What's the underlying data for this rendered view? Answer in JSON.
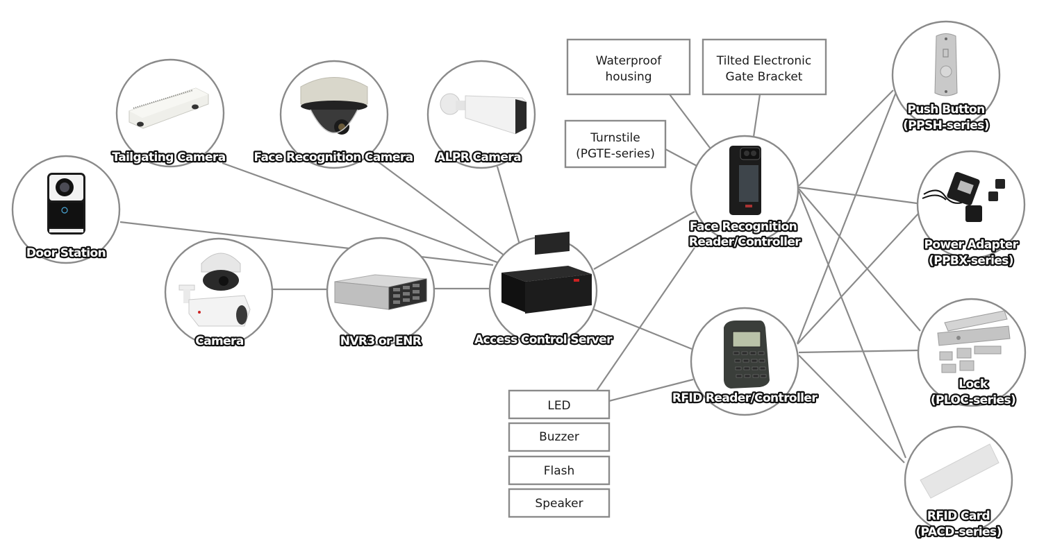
{
  "diagram": {
    "type": "access-control-system-topology",
    "colors": {
      "line": "#8a8a8a",
      "label_fill": "#ffffff",
      "label_outline": "#111111",
      "box_text": "#1a1a1a"
    },
    "nodes": [
      {
        "id": "tailgating-camera",
        "label": [
          "Tailgating Camera"
        ],
        "icon": "tailgating-camera-icon"
      },
      {
        "id": "face-recognition-camera",
        "label": [
          "Face Recognition Camera"
        ],
        "icon": "dome-camera-icon"
      },
      {
        "id": "alpr-camera",
        "label": [
          "ALPR Camera"
        ],
        "icon": "bullet-camera-icon"
      },
      {
        "id": "door-station",
        "label": [
          "Door Station"
        ],
        "icon": "door-station-icon"
      },
      {
        "id": "camera",
        "label": [
          "Camera"
        ],
        "icon": "camera-icon"
      },
      {
        "id": "nvr",
        "label": [
          "NVR3 or ENR"
        ],
        "icon": "nvr-rack-icon"
      },
      {
        "id": "access-control-server",
        "label": [
          "Access Control Server"
        ],
        "icon": "server-icon"
      },
      {
        "id": "face-reader",
        "label": [
          "Face Recognition",
          "Reader/Controller"
        ],
        "icon": "face-reader-icon"
      },
      {
        "id": "rfid-reader",
        "label": [
          "RFID  Reader/Controller"
        ],
        "icon": "keypad-reader-icon"
      },
      {
        "id": "push-button",
        "label": [
          "Push Button",
          "(PPSH-series)"
        ],
        "icon": "push-button-icon"
      },
      {
        "id": "power-adapter",
        "label": [
          "Power Adapter",
          "(PPBX-series)"
        ],
        "icon": "power-adapter-icon"
      },
      {
        "id": "lock",
        "label": [
          "Lock",
          "(PLOC-series)"
        ],
        "icon": "lock-icon"
      },
      {
        "id": "rfid-card",
        "label": [
          "RFID Card",
          "(PACD-series)"
        ],
        "icon": "rfid-card-icon"
      }
    ],
    "boxes": [
      {
        "id": "waterproof-housing",
        "label": [
          "Waterproof",
          "housing"
        ]
      },
      {
        "id": "tilted-bracket",
        "label": [
          "Tilted Electronic",
          "Gate Bracket"
        ]
      },
      {
        "id": "turnstile",
        "label": [
          "Turnstile",
          "(PGTE-series)"
        ]
      },
      {
        "id": "led",
        "label": [
          "LED"
        ]
      },
      {
        "id": "buzzer",
        "label": [
          "Buzzer"
        ]
      },
      {
        "id": "flash",
        "label": [
          "Flash"
        ]
      },
      {
        "id": "speaker",
        "label": [
          "Speaker"
        ]
      }
    ],
    "edges": [
      [
        "tailgating-camera",
        "access-control-server"
      ],
      [
        "face-recognition-camera",
        "access-control-server"
      ],
      [
        "alpr-camera",
        "access-control-server"
      ],
      [
        "door-station",
        "access-control-server"
      ],
      [
        "camera",
        "nvr"
      ],
      [
        "nvr",
        "access-control-server"
      ],
      [
        "access-control-server",
        "face-reader"
      ],
      [
        "access-control-server",
        "rfid-reader"
      ],
      [
        "waterproof-housing",
        "face-reader"
      ],
      [
        "tilted-bracket",
        "face-reader"
      ],
      [
        "turnstile",
        "face-reader"
      ],
      [
        "led",
        "face-reader"
      ],
      [
        "led",
        "rfid-reader"
      ],
      [
        "face-reader",
        "push-button"
      ],
      [
        "face-reader",
        "power-adapter"
      ],
      [
        "face-reader",
        "lock"
      ],
      [
        "face-reader",
        "rfid-card"
      ],
      [
        "rfid-reader",
        "push-button"
      ],
      [
        "rfid-reader",
        "power-adapter"
      ],
      [
        "rfid-reader",
        "lock"
      ],
      [
        "rfid-reader",
        "rfid-card"
      ]
    ]
  }
}
